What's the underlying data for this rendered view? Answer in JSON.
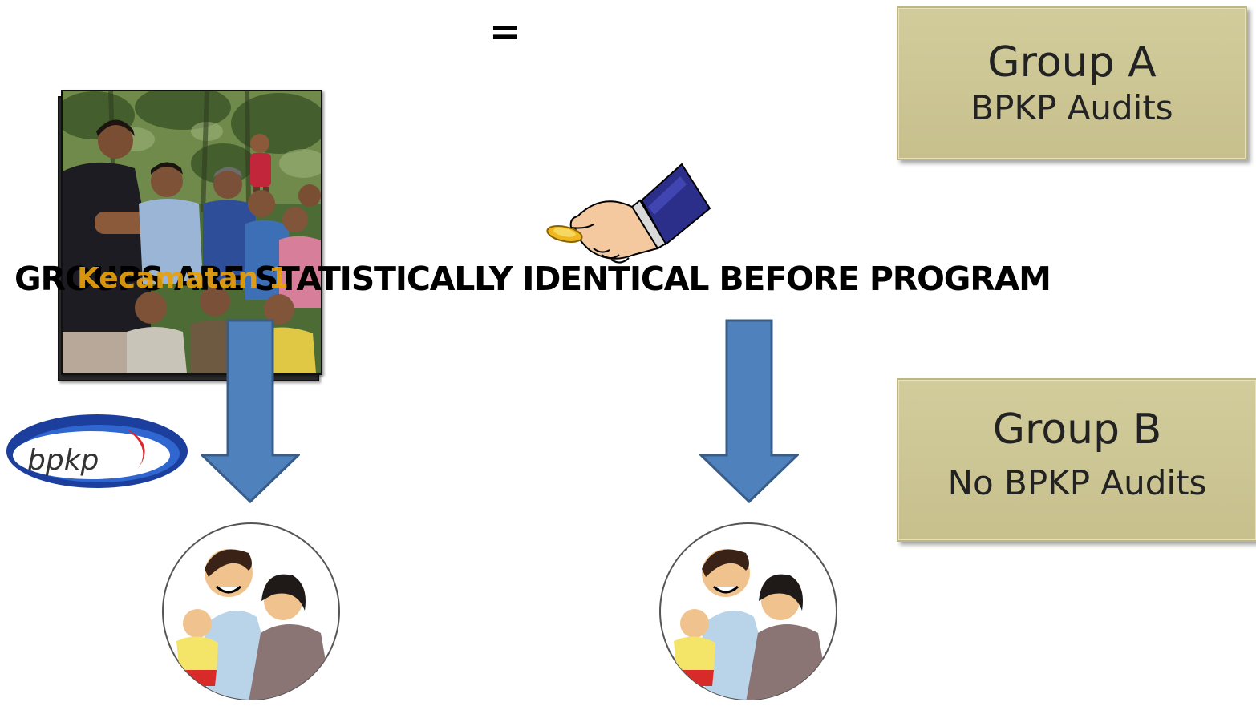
{
  "equals_sign": "=",
  "headline": "GROUPS ARE STATISTICALLY IDENTICAL BEFORE PROGRAM",
  "photo_overlay_label": "Kecamatan 1",
  "logo_text": "bpkp",
  "group_a": {
    "title": "Group A",
    "subtitle": "BPKP Audits"
  },
  "group_b": {
    "title": "Group B",
    "subtitle": "No  BPKP Audits"
  },
  "colors": {
    "arrow_fill": "#4f81bd",
    "arrow_stroke": "#385d8a",
    "group_box": "#cdc794",
    "overlay_label": "#e8a00c",
    "logo_blue": "#1c3f9e",
    "logo_red": "#e0242b"
  },
  "icons": {
    "photo": "village-people-photo",
    "coin_flip": "hand-flipping-coin-icon",
    "family": "family-icon",
    "logo": "bpkp-logo"
  }
}
